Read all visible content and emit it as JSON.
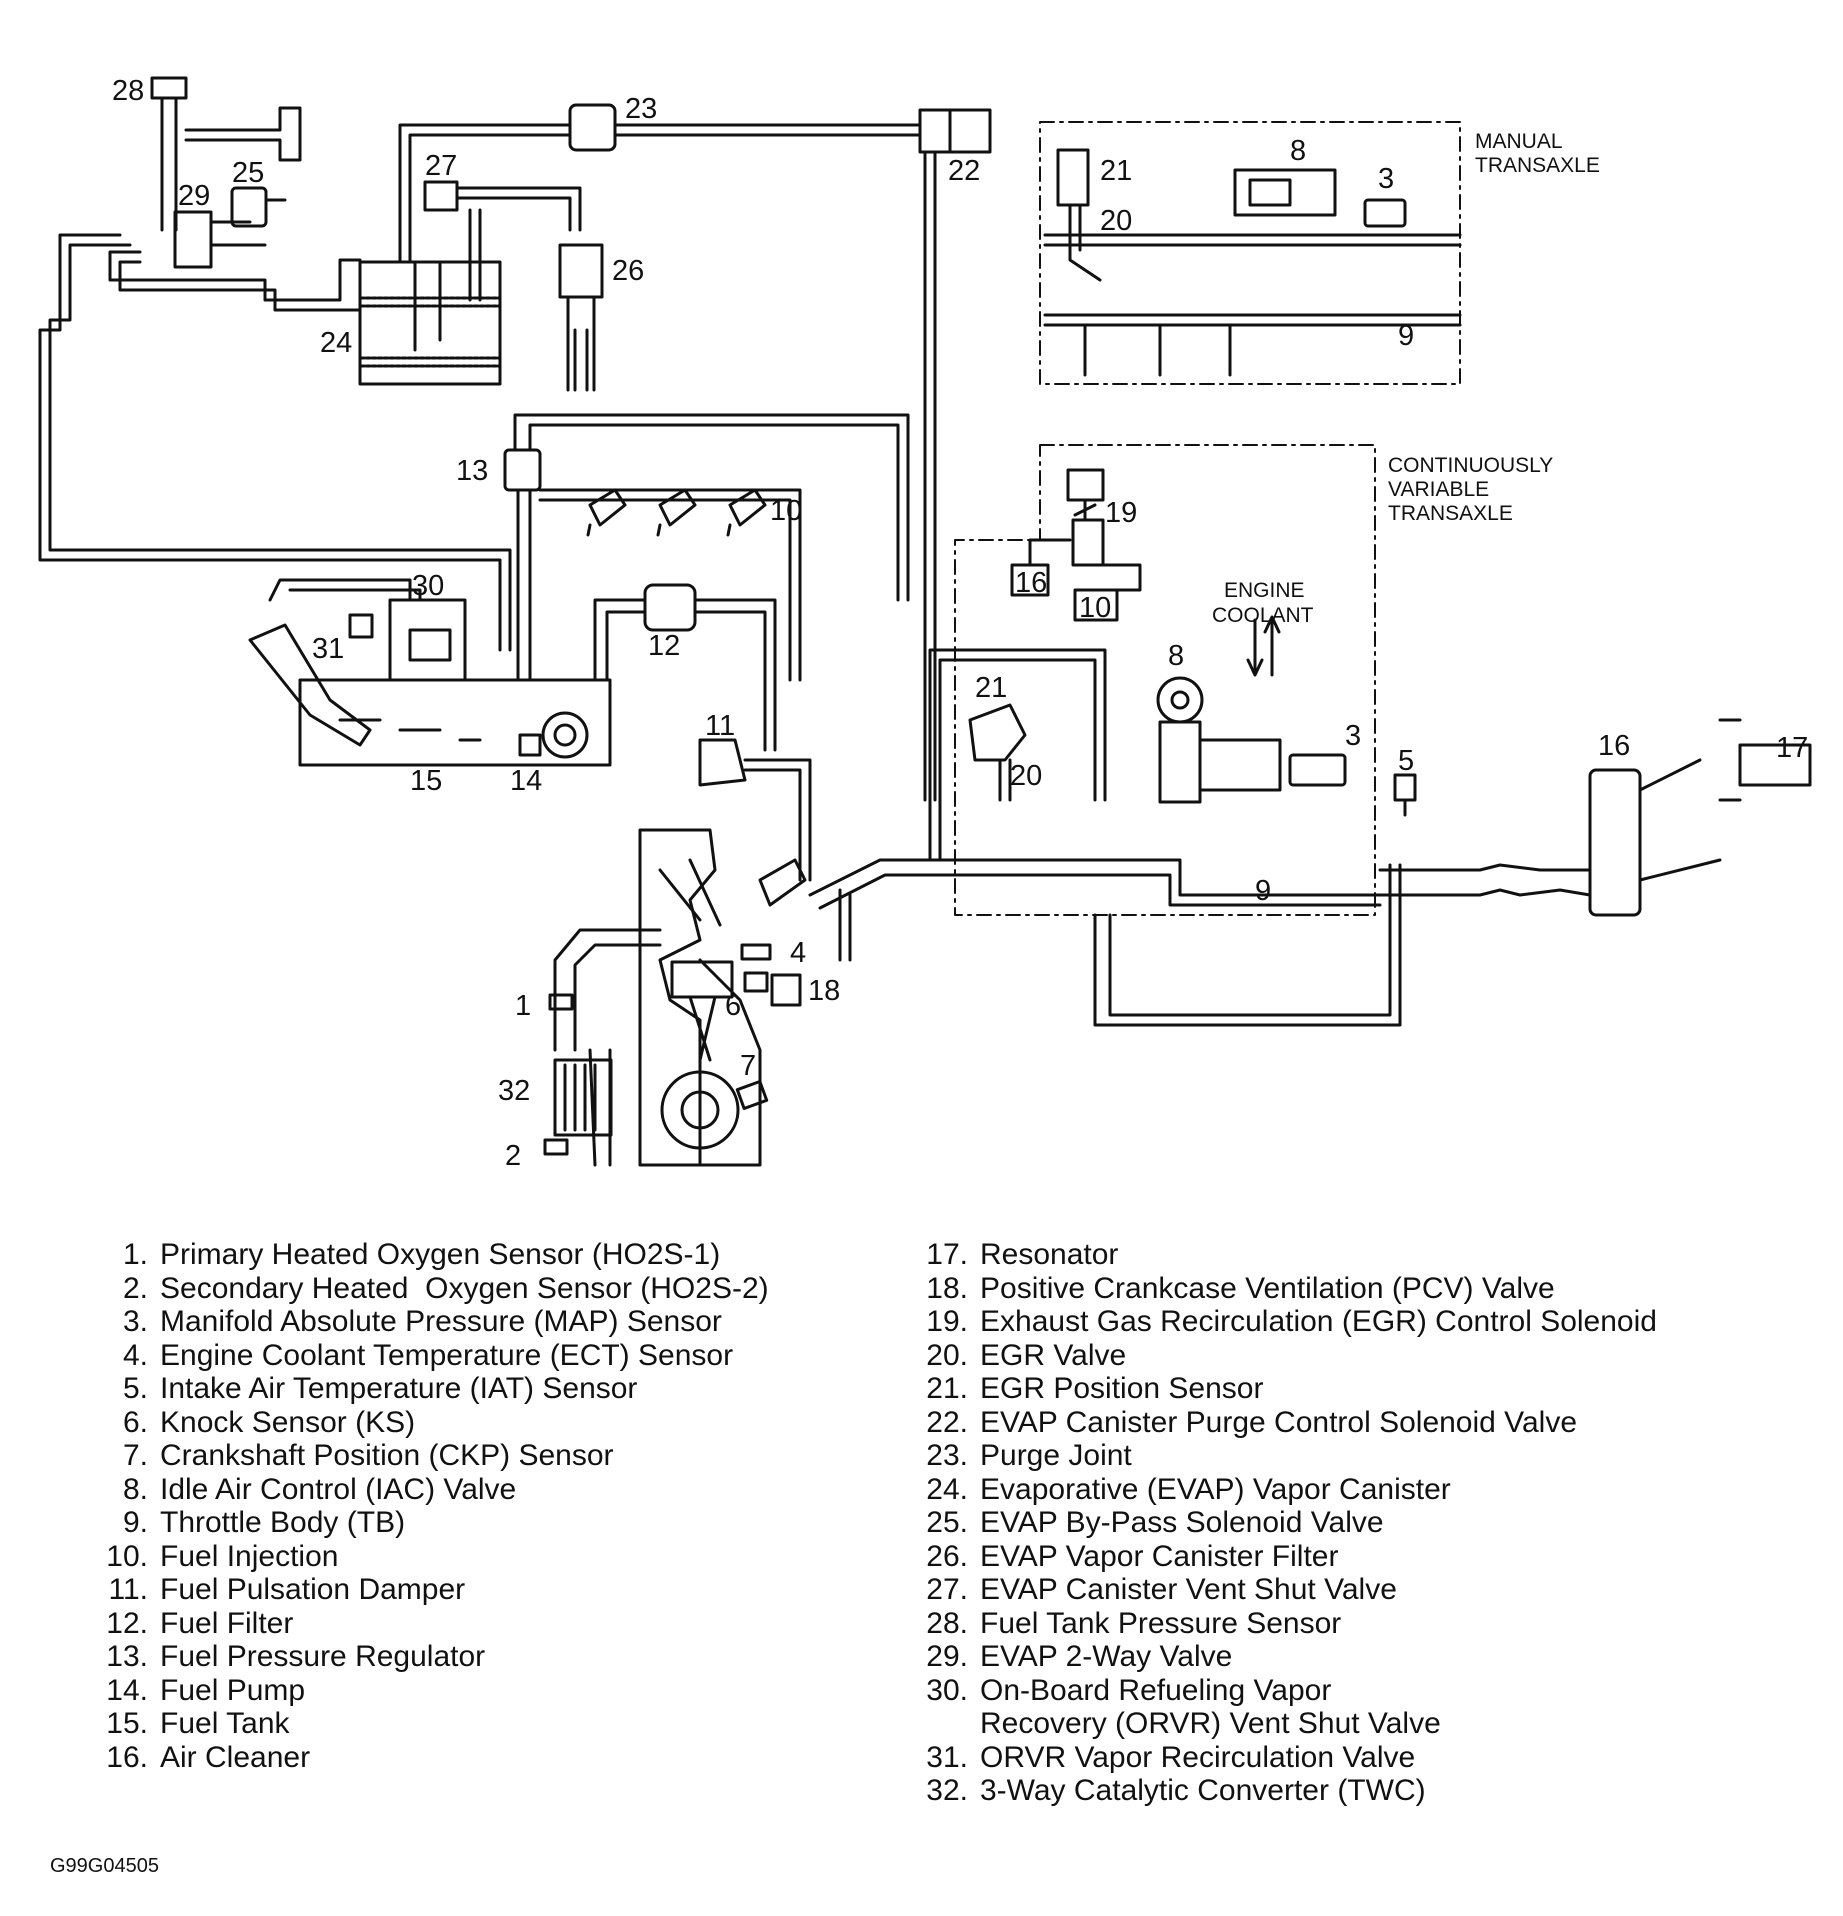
{
  "figure_id": "G99G04505",
  "captions": {
    "manual": [
      "MANUAL",
      "TRANSAXLE"
    ],
    "cvt": [
      "CONTINUOUSLY",
      "VARIABLE",
      "TRANSAXLE"
    ],
    "coolant": [
      "ENGINE",
      "COOLANT"
    ]
  },
  "callouts": {
    "c1": "1",
    "c2": "2",
    "c3a": "3",
    "c3b": "3",
    "c4": "4",
    "c5": "5",
    "c6": "6",
    "c7": "7",
    "c8a": "8",
    "c8b": "8",
    "c9a": "9",
    "c9b": "9",
    "c10a": "10",
    "c10b": "10",
    "c11": "11",
    "c12": "12",
    "c13": "13",
    "c14": "14",
    "c15": "15",
    "c16a": "16",
    "c16b": "16",
    "c17": "17",
    "c18": "18",
    "c19": "19",
    "c20a": "20",
    "c20b": "20",
    "c21a": "21",
    "c21b": "21",
    "c22": "22",
    "c23": "23",
    "c24": "24",
    "c25": "25",
    "c26": "26",
    "c27": "27",
    "c28": "28",
    "c29": "29",
    "c30": "30",
    "c31": "31",
    "c32": "32"
  },
  "legend_left": [
    {
      "n": "1.",
      "t": "Primary Heated Oxygen Sensor (HO2S-1)"
    },
    {
      "n": "2.",
      "t": "Secondary Heated  Oxygen Sensor (HO2S-2)"
    },
    {
      "n": "3.",
      "t": "Manifold Absolute Pressure (MAP) Sensor"
    },
    {
      "n": "4.",
      "t": "Engine Coolant Temperature (ECT) Sensor"
    },
    {
      "n": "5.",
      "t": "Intake Air Temperature (IAT) Sensor"
    },
    {
      "n": "6.",
      "t": "Knock Sensor (KS)"
    },
    {
      "n": "7.",
      "t": "Crankshaft Position (CKP) Sensor"
    },
    {
      "n": "8.",
      "t": "Idle Air Control (IAC) Valve"
    },
    {
      "n": "9.",
      "t": "Throttle Body (TB)"
    },
    {
      "n": "10.",
      "t": "Fuel Injection"
    },
    {
      "n": "11.",
      "t": "Fuel Pulsation Damper"
    },
    {
      "n": "12.",
      "t": "Fuel Filter"
    },
    {
      "n": "13.",
      "t": "Fuel Pressure Regulator"
    },
    {
      "n": "14.",
      "t": "Fuel Pump"
    },
    {
      "n": "15.",
      "t": "Fuel Tank"
    },
    {
      "n": "16.",
      "t": "Air Cleaner"
    }
  ],
  "legend_right": [
    {
      "n": "17.",
      "t": "Resonator"
    },
    {
      "n": "18.",
      "t": "Positive Crankcase Ventilation (PCV) Valve"
    },
    {
      "n": "19.",
      "t": "Exhaust Gas Recirculation (EGR) Control Solenoid"
    },
    {
      "n": "20.",
      "t": "EGR Valve"
    },
    {
      "n": "21.",
      "t": "EGR Position Sensor"
    },
    {
      "n": "22.",
      "t": "EVAP Canister Purge Control Solenoid Valve"
    },
    {
      "n": "23.",
      "t": "Purge Joint"
    },
    {
      "n": "24.",
      "t": "Evaporative (EVAP) Vapor Canister"
    },
    {
      "n": "25.",
      "t": "EVAP By-Pass Solenoid Valve"
    },
    {
      "n": "26.",
      "t": "EVAP Vapor Canister Filter"
    },
    {
      "n": "27.",
      "t": "EVAP Canister Vent Shut Valve"
    },
    {
      "n": "28.",
      "t": "Fuel Tank Pressure Sensor"
    },
    {
      "n": "29.",
      "t": "EVAP 2-Way Valve"
    },
    {
      "n": "30.",
      "t": "On-Board Refueling Vapor",
      "t2": "Recovery (ORVR) Vent Shut Valve"
    },
    {
      "n": "31.",
      "t": "ORVR Vapor Recirculation Valve"
    },
    {
      "n": "32.",
      "t": "3-Way Catalytic Converter (TWC)"
    }
  ]
}
